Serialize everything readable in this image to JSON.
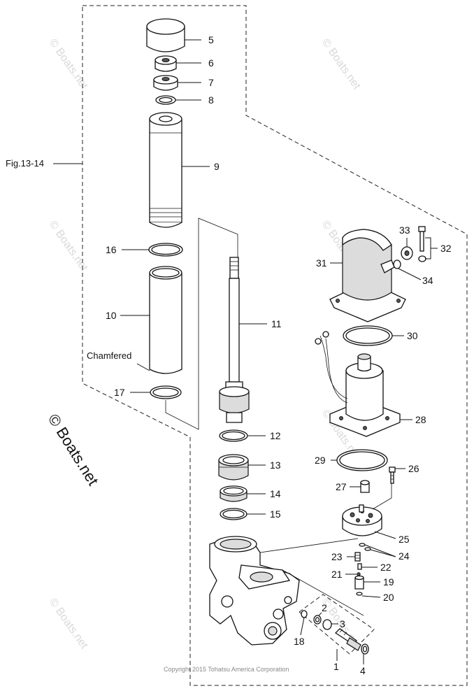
{
  "figure_ref": "Fig.13-14",
  "annotation_chamfered": "Chamfered",
  "copyright": "Copyright 2015 Tohatsu America Corporation",
  "watermark_text": "© Boats.net",
  "callouts": [
    "1",
    "2",
    "3",
    "4",
    "5",
    "6",
    "7",
    "8",
    "9",
    "10",
    "11",
    "12",
    "13",
    "14",
    "15",
    "16",
    "17",
    "18",
    "19",
    "20",
    "21",
    "22",
    "23",
    "24",
    "25",
    "26",
    "27",
    "28",
    "29",
    "30",
    "31",
    "32",
    "33",
    "34"
  ]
}
